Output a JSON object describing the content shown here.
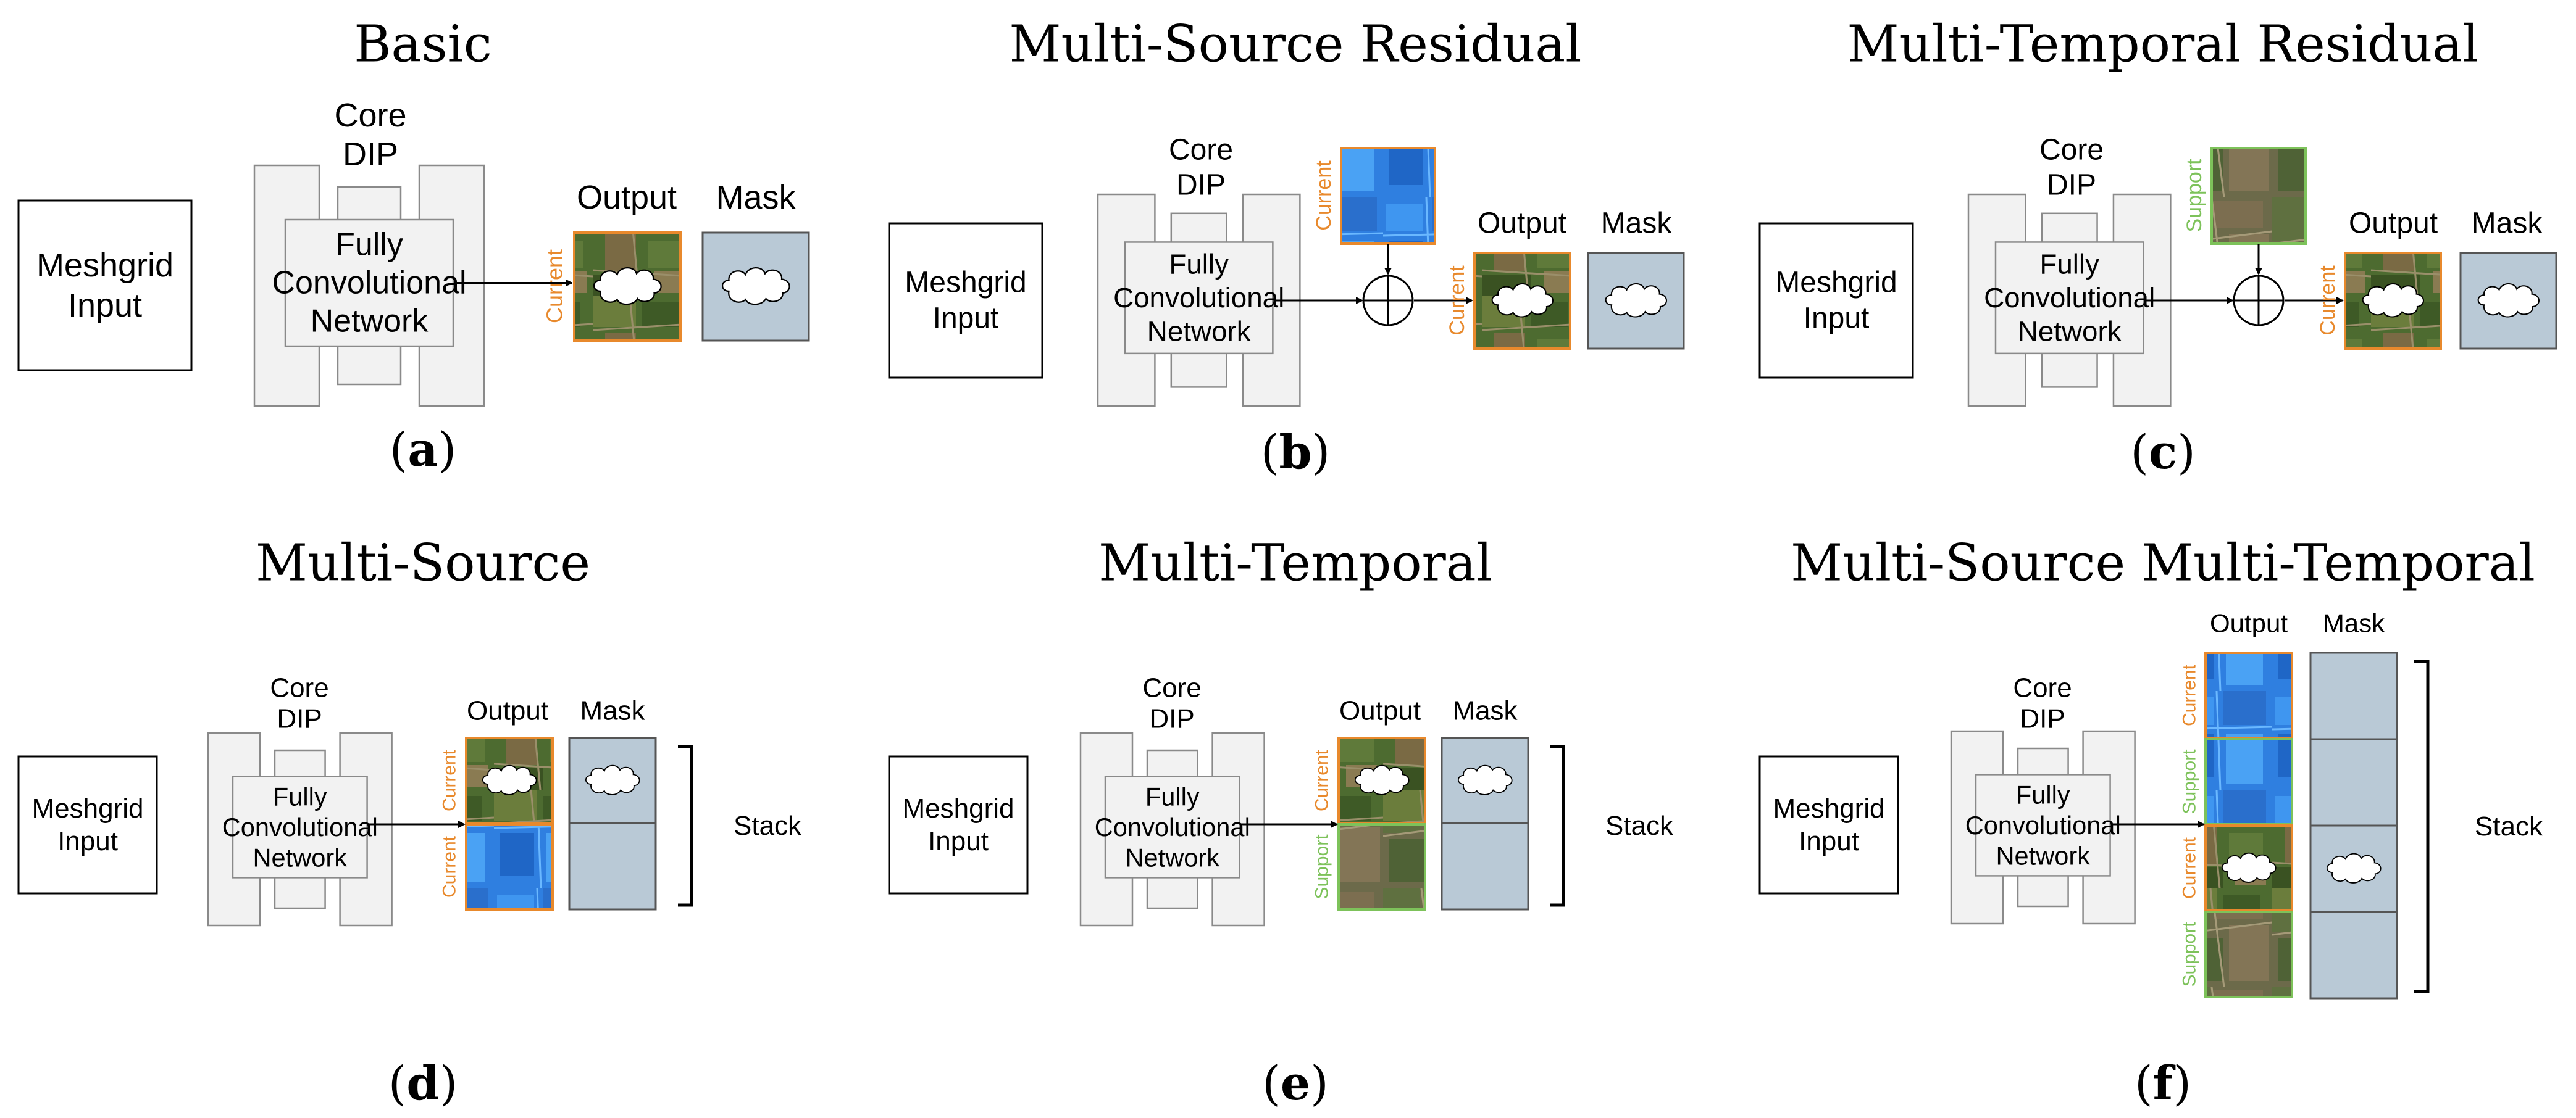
{
  "colors": {
    "current": "#e8892c",
    "support": "#7dc25a",
    "mask_fill": "#b9c9d6",
    "block_fill": "#f2f2f2",
    "block_stroke": "#8a8a8a",
    "land": "#4a6a2e",
    "water": "#2f78d4"
  },
  "common": {
    "meshgrid": [
      "Meshgrid",
      "Input"
    ],
    "core": [
      "Core",
      "DIP"
    ],
    "fcn": [
      "Fully",
      "Convolutional",
      "Network"
    ],
    "output": "Output",
    "mask": "Mask",
    "stack": "Stack",
    "current": "Current",
    "support": "Support"
  },
  "panels": [
    {
      "id": "a",
      "title": "Basic",
      "caption_letter": "a"
    },
    {
      "id": "b",
      "title": "Multi-Source Residual",
      "caption_letter": "b"
    },
    {
      "id": "c",
      "title": "Multi-Temporal Residual",
      "caption_letter": "c"
    },
    {
      "id": "d",
      "title": "Multi-Source",
      "caption_letter": "d"
    },
    {
      "id": "e",
      "title": "Multi-Temporal",
      "caption_letter": "e"
    },
    {
      "id": "f",
      "title": "Multi-Source Multi-Temporal",
      "caption_letter": "f"
    }
  ]
}
